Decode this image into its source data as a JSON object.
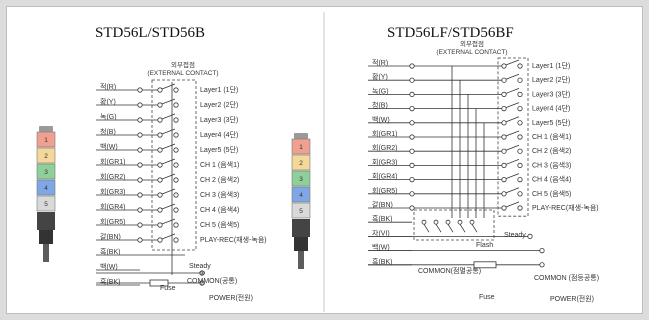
{
  "left": {
    "title": "STD56L/STD56B",
    "ext_ko": "외부접점",
    "ext_en": "(EXTERNAL CONTACT)",
    "wires": [
      "적(R)",
      "황(Y)",
      "녹(G)",
      "청(B)",
      "백(W)",
      "회(GR1)",
      "회(GR2)",
      "회(GR3)",
      "회(GR4)",
      "회(GR5)",
      "갈(BN)",
      "흑(BK)",
      "백(W)",
      "흑(BK)"
    ],
    "contacts": [
      "Layer1 (1단)",
      "Layer2 (2단)",
      "Layer3 (3단)",
      "Layer4 (4단)",
      "Layer5 (5단)",
      "CH 1 (음색1)",
      "CH 2 (음색2)",
      "CH 3 (음색3)",
      "CH 4 (음색4)",
      "CH 5 (음색5)",
      "PLAY-REC(재생-녹음)"
    ],
    "steady": "Steady",
    "common": "COMMON(공통)",
    "fuse": "Fuse",
    "power": "POWER(전원)"
  },
  "right": {
    "title": "STD56LF/STD56BF",
    "ext_ko": "외부접점",
    "ext_en": "(EXTERNAL CONTACT)",
    "wires": [
      "적(R)",
      "황(Y)",
      "녹(G)",
      "청(B)",
      "백(W)",
      "회(GR1)",
      "회(GR2)",
      "회(GR3)",
      "회(GR4)",
      "회(GR5)",
      "갈(BN)",
      "흑(BK)",
      "자(VI)",
      "백(W)",
      "흑(BK)"
    ],
    "contacts": [
      "Layer1 (1단)",
      "Layer2 (2단)",
      "Layer3 (3단)",
      "Layer4 (4단)",
      "Layer5 (5단)",
      "CH 1 (음색1)",
      "CH 2 (음색2)",
      "CH 3 (음색3)",
      "CH 4 (음색4)",
      "CH 5 (음색5)",
      "PLAY-REC(재생-녹음)"
    ],
    "steady": "Steady",
    "flash": "Flash",
    "common_inner": "COMMON(점멸공통)",
    "common": "COMMON (점등공통)",
    "fuse": "Fuse",
    "power": "POWER(전원)"
  },
  "tower_levels": [
    "1",
    "2",
    "3",
    "4",
    "5"
  ],
  "tower_colors": [
    "#f0a090",
    "#f3d89a",
    "#8fd09a",
    "#7fa7e6",
    "#d9d9d9"
  ]
}
